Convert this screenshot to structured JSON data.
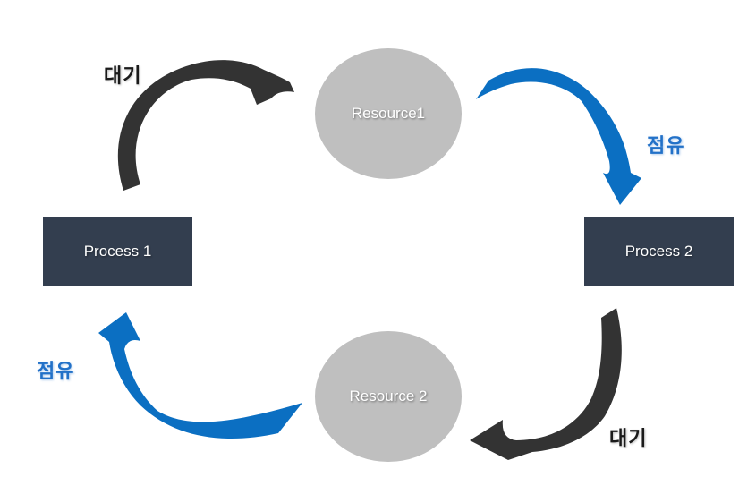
{
  "diagram": {
    "nodes": {
      "resource1": {
        "label": "Resource1",
        "shape": "ellipse",
        "fill": "#bfbfbf",
        "text_color": "#ffffff"
      },
      "resource2": {
        "label": "Resource 2",
        "shape": "ellipse",
        "fill": "#bfbfbf",
        "text_color": "#ffffff"
      },
      "process1": {
        "label": "Process 1",
        "shape": "rect",
        "fill": "#333e4f",
        "text_color": "#ffffff"
      },
      "process2": {
        "label": "Process 2",
        "shape": "rect",
        "fill": "#333e4f",
        "text_color": "#ffffff"
      }
    },
    "edges": [
      {
        "from": "Process 1",
        "to": "Resource1",
        "label": "대기",
        "color": "#333333"
      },
      {
        "from": "Resource1",
        "to": "Process 2",
        "label": "점유",
        "color": "#0b6fc2"
      },
      {
        "from": "Process 2",
        "to": "Resource 2",
        "label": "대기",
        "color": "#333333"
      },
      {
        "from": "Resource 2",
        "to": "Process 1",
        "label": "점유",
        "color": "#0b6fc2"
      }
    ],
    "label_colors": {
      "wait": "#1a1a1a",
      "hold": "#2271c8"
    },
    "background": "#ffffff"
  }
}
